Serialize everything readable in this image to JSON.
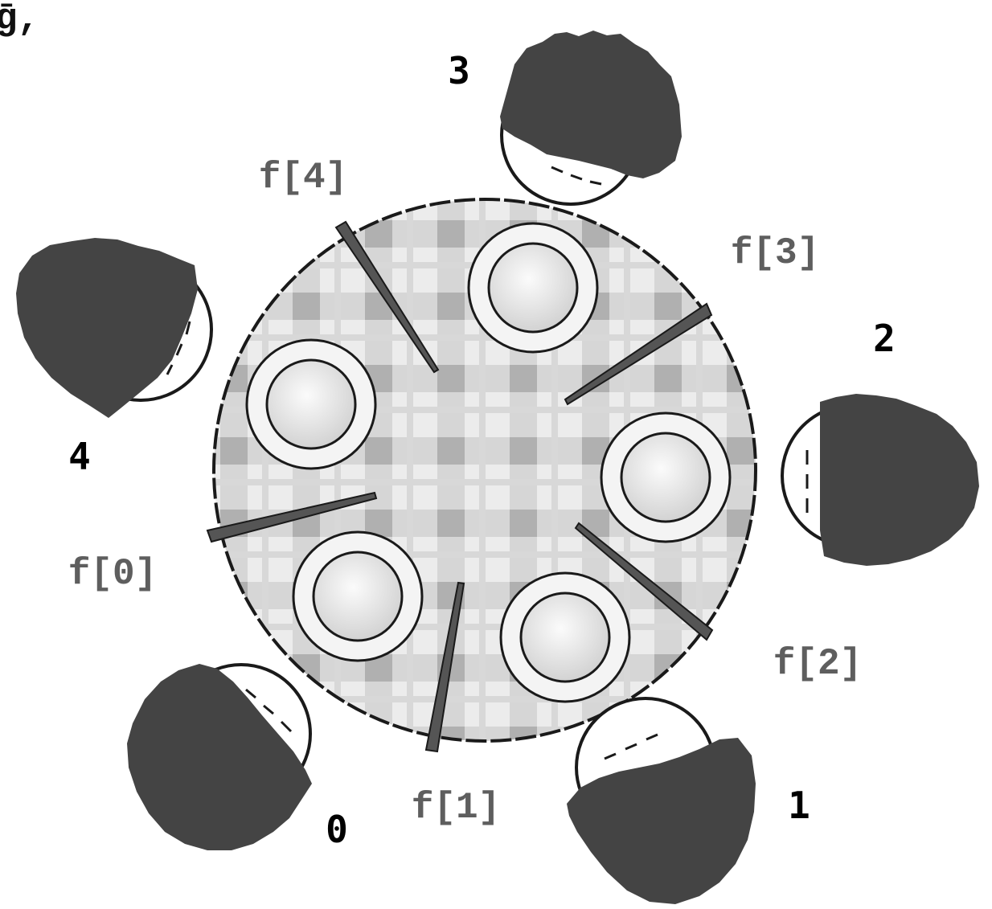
{
  "diagram": {
    "corner_fragment": "ḡ,",
    "philosophers": [
      {
        "id": 0,
        "label": "0"
      },
      {
        "id": 1,
        "label": "1"
      },
      {
        "id": 2,
        "label": "2"
      },
      {
        "id": 3,
        "label": "3"
      },
      {
        "id": 4,
        "label": "4"
      }
    ],
    "forks": [
      {
        "id": 0,
        "label": "f[0]"
      },
      {
        "id": 1,
        "label": "f[1]"
      },
      {
        "id": 2,
        "label": "f[2]"
      },
      {
        "id": 3,
        "label": "f[3]"
      },
      {
        "id": 4,
        "label": "f[4]"
      }
    ],
    "plate_count": 5,
    "colors": {
      "hair": "#444444",
      "outline": "#1a1a1a",
      "fork": "#555555",
      "fork_label": "#5e5e5e",
      "cloth_light": "#ececec",
      "cloth_mid": "#cfcfcf",
      "cloth_dark": "#b0b0b0",
      "plate": "#f4f4f4"
    }
  }
}
